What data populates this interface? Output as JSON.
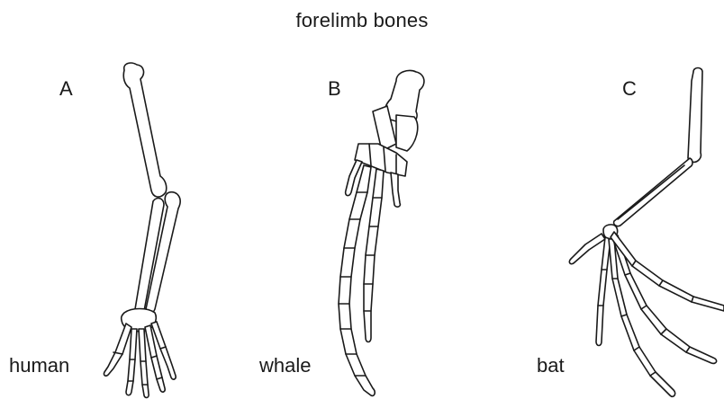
{
  "title": "forelimb bones",
  "panels": [
    {
      "letter": "A",
      "label": "human"
    },
    {
      "letter": "B",
      "label": "whale"
    },
    {
      "letter": "C",
      "label": "bat"
    }
  ]
}
